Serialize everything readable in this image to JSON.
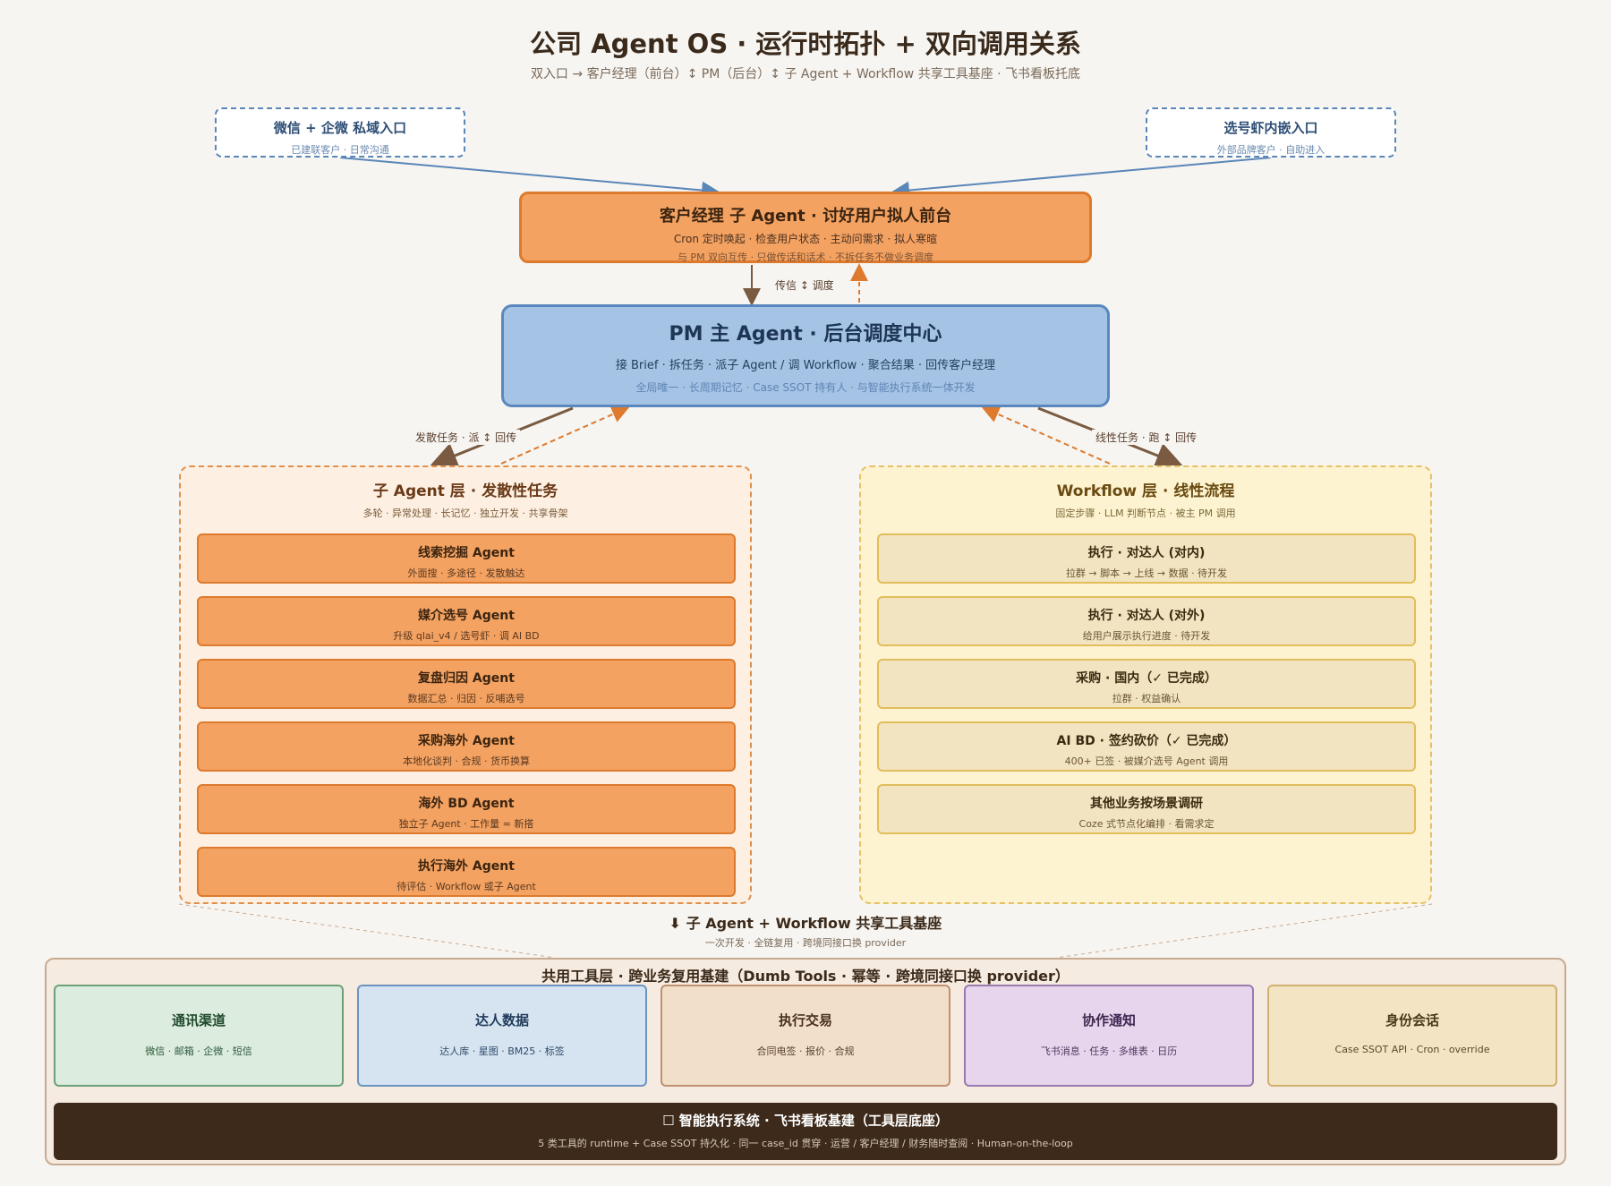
{
  "header": {
    "title": "公司 Agent OS · 运行时拓扑 + 双向调用关系",
    "subtitle": "双入口 → 客户经理（前台）↕ PM（后台）↕ 子 Agent + Workflow 共享工具基座 · 飞书看板托底"
  },
  "entries": [
    {
      "title": "微信 + 企微 私域入口",
      "sub": "已建联客户 · 日常沟通"
    },
    {
      "title": "选号虾内嵌入口",
      "sub": "外部品牌客户 · 自助进入"
    }
  ],
  "crm": {
    "title": "客户经理 子 Agent · 讨好用户拟人前台",
    "line1": "Cron 定时唤起 · 检查用户状态 · 主动问需求 · 拟人寒暄",
    "line2": "与 PM 双向互传 · 只做传话和话术 · 不拆任务不做业务调度"
  },
  "edge_labels": {
    "crm_pm": "传信 ↕ 调度",
    "pm_left": "发散任务 · 派 ↕ 回传",
    "pm_right": "线性任务 · 跑 ↕ 回传"
  },
  "pm": {
    "title": "PM 主 Agent · 后台调度中心",
    "line1": "接 Brief · 拆任务 · 派子 Agent / 调 Workflow · 聚合结果 · 回传客户经理",
    "line2": "全局唯一 · 长周期记忆 · Case SSOT 持有人 · 与智能执行系统一体开发"
  },
  "left_panel": {
    "title": "子 Agent 层 · 发散性任务",
    "sub": "多轮 · 异常处理 · 长记忆 · 独立开发 · 共享骨架",
    "items": [
      {
        "title": "线索挖掘 Agent",
        "sub": "外面搜 · 多途径 · 发散触达"
      },
      {
        "title": "媒介选号 Agent",
        "sub": "升级 qlai_v4 / 选号虾 · 调 AI BD"
      },
      {
        "title": "复盘归因 Agent",
        "sub": "数据汇总 · 归因 · 反哺选号"
      },
      {
        "title": "采购海外 Agent",
        "sub": "本地化谈判 · 合规 · 货币换算"
      },
      {
        "title": "海外 BD Agent",
        "sub": "独立子 Agent · 工作量 ≈ 新搭"
      },
      {
        "title": "执行海外 Agent",
        "sub": "待评估 · Workflow 或子 Agent"
      }
    ]
  },
  "right_panel": {
    "title": "Workflow 层 · 线性流程",
    "sub": "固定步骤 · LLM 判断节点 · 被主 PM 调用",
    "items": [
      {
        "title": "执行 · 对达人 (对内)",
        "sub": "拉群 → 脚本 → 上线 → 数据 · 待开发"
      },
      {
        "title": "执行 · 对达人 (对外)",
        "sub": "给用户展示执行进度 · 待开发"
      },
      {
        "title": "采购 · 国内（✓ 已完成）",
        "sub": "拉群 · 权益确认"
      },
      {
        "title": "AI BD · 签约砍价（✓ 已完成）",
        "sub": "400+ 已签 · 被媒介选号 Agent 调用"
      },
      {
        "title": "其他业务按场景调研",
        "sub": "Coze 式节点化编排 · 看需求定"
      }
    ]
  },
  "shared": {
    "title": "⬇ 子 Agent + Workflow 共享工具基座",
    "sub": "一次开发 · 全链复用 · 跨境同接口换 provider"
  },
  "tools": {
    "title": "共用工具层 · 跨业务复用基建（Dumb Tools · 幂等 · 跨境同接口换 provider）",
    "items": [
      {
        "title": "通讯渠道",
        "sub": "微信 · 邮箱 · 企微 · 短信",
        "bg": "#dcecdf",
        "border": "#6aa07a",
        "color": "#1f4a2c"
      },
      {
        "title": "达人数据",
        "sub": "达人库 · 星图 · BM25 · 标签",
        "bg": "#d6e4f1",
        "border": "#6a94c0",
        "color": "#1f3a5a"
      },
      {
        "title": "执行交易",
        "sub": "合同电签 · 报价 · 合规",
        "bg": "#f1dfc9",
        "border": "#c09070",
        "color": "#4a3020"
      },
      {
        "title": "协作通知",
        "sub": "飞书消息 · 任务 · 多维表 · 日历",
        "bg": "#e6d5ec",
        "border": "#9a78b0",
        "color": "#3f2750"
      },
      {
        "title": "身份会话",
        "sub": "Case SSOT API · Cron · override",
        "bg": "#f3e5c4",
        "border": "#d0b070",
        "color": "#4a3a18"
      }
    ],
    "base": {
      "title": "☐ 智能执行系统 · 飞书看板基建（工具层底座）",
      "sub": "5 类工具的 runtime + Case SSOT 持久化 · 同一 case_id 贯穿 · 运营 / 客户经理 / 财务随时查阅 · Human-on-the-loop"
    }
  },
  "colors": {
    "arrow_blue": "#5a86b8",
    "arrow_brown": "#7a5a40",
    "arrow_orange": "#dd7a2e"
  }
}
